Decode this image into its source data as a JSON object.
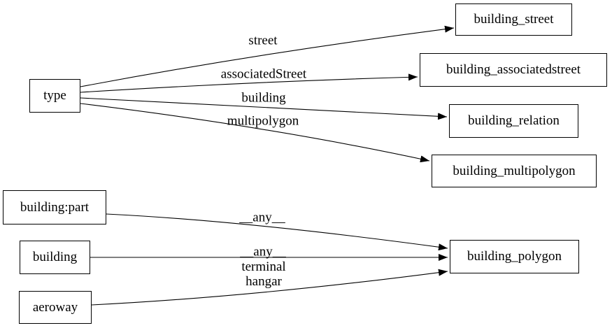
{
  "diagram": {
    "type": "directed-graph",
    "colors": {
      "background": "#ffffff",
      "node_fill": "#ffffff",
      "node_border": "#000000",
      "edge": "#000000",
      "text": "#000000"
    },
    "nodes": [
      {
        "id": "type",
        "label": "type"
      },
      {
        "id": "building_street",
        "label": "building_street"
      },
      {
        "id": "building_associatedstreet",
        "label": "building_associatedstreet"
      },
      {
        "id": "building_relation",
        "label": "building_relation"
      },
      {
        "id": "building_multipolygon",
        "label": "building_multipolygon"
      },
      {
        "id": "building:part",
        "label": "building:part"
      },
      {
        "id": "building",
        "label": "building"
      },
      {
        "id": "aeroway",
        "label": "aeroway"
      },
      {
        "id": "building_polygon",
        "label": "building_polygon"
      }
    ],
    "edges": [
      {
        "from": "type",
        "to": "building_street",
        "label": "street"
      },
      {
        "from": "type",
        "to": "building_associatedstreet",
        "label": "associatedStreet"
      },
      {
        "from": "type",
        "to": "building_relation",
        "label": "building"
      },
      {
        "from": "type",
        "to": "building_multipolygon",
        "label": "multipolygon"
      },
      {
        "from": "building:part",
        "to": "building_polygon",
        "label": "__any__"
      },
      {
        "from": "building",
        "to": "building_polygon",
        "label": "__any__"
      },
      {
        "from": "aeroway",
        "to": "building_polygon",
        "label": "terminal\nhangar"
      }
    ]
  }
}
